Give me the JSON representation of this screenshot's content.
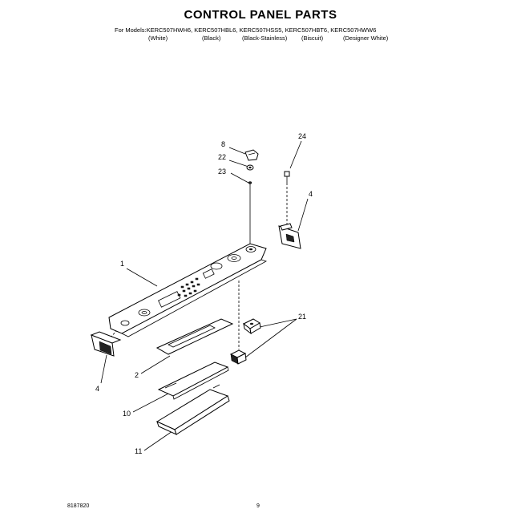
{
  "header": {
    "title": "CONTROL PANEL PARTS",
    "models_line": "For Models:KERC507HWH6, KERC507HBL6, KERC507HSS5, KERC507HBT6, KERC507HWW6",
    "colors": [
      "(White)",
      "(Black)",
      "(Black-Stainless)",
      "(Biscuit)",
      "(Designer White)"
    ]
  },
  "callouts": [
    "8",
    "22",
    "23",
    "24",
    "4",
    "1",
    "21",
    "4",
    "2",
    "10",
    "11"
  ],
  "footer": {
    "doc_number": "8187820",
    "page_number": "9"
  }
}
